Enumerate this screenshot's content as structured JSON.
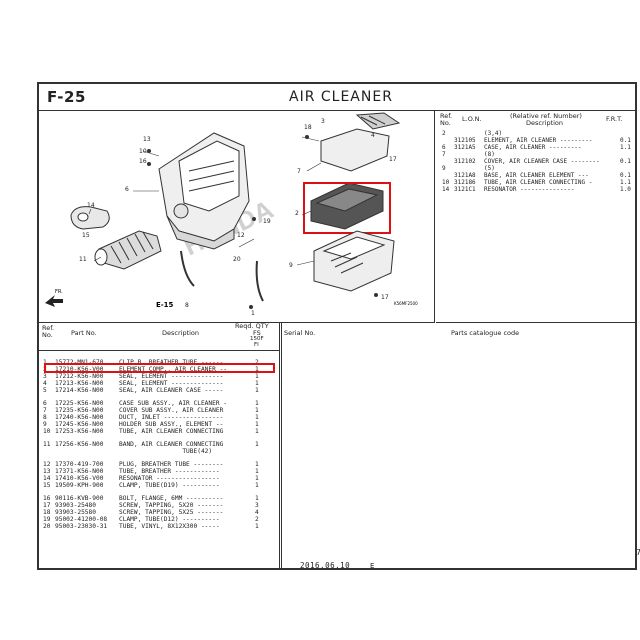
{
  "header": {
    "fig_no": "F-25",
    "title": "AIR CLEANER"
  },
  "diagram": {
    "callouts": [
      "18",
      "3",
      "7",
      "13",
      "6",
      "16",
      "10",
      "14",
      "15",
      "12",
      "11",
      "19",
      "4",
      "17",
      "2",
      "9",
      "17",
      "1",
      "20",
      "8"
    ],
    "section_ref": "E-15",
    "watermark": "HONDA",
    "drawing_code": "K56MF2500",
    "front_arrow": "FR."
  },
  "ref_panel": {
    "headers": {
      "ref": "Ref. No.",
      "lon": "L.O.N.",
      "relative": "(Relative ref. Number)",
      "description": "Description",
      "frt": "F.R.T."
    },
    "rows": [
      {
        "ref": "2",
        "lon": "",
        "desc": "(3,4)",
        "frt": ""
      },
      {
        "ref": "",
        "lon": "312105",
        "desc": "ELEMENT, AIR CLEANER ---------",
        "frt": "0.1"
      },
      {
        "ref": "6",
        "lon": "3121A5",
        "desc": "CASE, AIR CLEANER ---------",
        "frt": "1.1"
      },
      {
        "ref": "7",
        "lon": "",
        "desc": "(8)",
        "frt": ""
      },
      {
        "ref": "",
        "lon": "312102",
        "desc": "COVER, AIR CLEANER CASE --------",
        "frt": "0.1"
      },
      {
        "ref": "9",
        "lon": "",
        "desc": "(5)",
        "frt": ""
      },
      {
        "ref": "",
        "lon": "3121A8",
        "desc": "BASE, AIR CLEANER ELEMENT ---",
        "frt": "0.1"
      },
      {
        "ref": "10",
        "lon": "312186",
        "desc": "TUBE, AIR CLEANER CONNECTING -",
        "frt": "1.1"
      },
      {
        "ref": "14",
        "lon": "3121C1",
        "desc": "RESONATOR ---------------",
        "frt": "1.0"
      }
    ]
  },
  "parts_table": {
    "headers": {
      "ref": "Ref. No.",
      "part": "Part No.",
      "description": "Description",
      "reqd": "Reqd. QTY",
      "fs": "FS",
      "model": "150F",
      "model2": "FI",
      "serial": "Serial No.",
      "catalogue": "Parts catalogue code"
    },
    "rows": [
      {
        "ref": "1",
        "part": "15772-MN1-670",
        "desc": "CLIP B, BREATHER TUBE ------",
        "qty": "2"
      },
      {
        "ref": "2",
        "part": "17210-K56-V00",
        "desc": "ELEMENT COMP., AIR CLEANER --",
        "qty": "1"
      },
      {
        "ref": "3",
        "part": "17212-K56-N00",
        "desc": "SEAL, ELEMENT --------------",
        "qty": "1"
      },
      {
        "ref": "4",
        "part": "17213-K56-N00",
        "desc": "SEAL, ELEMENT --------------",
        "qty": "1"
      },
      {
        "ref": "5",
        "part": "17214-K56-N00",
        "desc": "SEAL, AIR CLEANER CASE -----",
        "qty": "1"
      },
      {
        "ref": "6",
        "part": "17225-K56-N00",
        "desc": "CASE SUB ASSY., AIR CLEANER -",
        "qty": "1"
      },
      {
        "ref": "7",
        "part": "17235-K56-N00",
        "desc": "COVER SUB ASSY., AIR CLEANER",
        "qty": "1"
      },
      {
        "ref": "8",
        "part": "17240-K56-N00",
        "desc": "DUCT, INLET ----------------",
        "qty": "1"
      },
      {
        "ref": "9",
        "part": "17245-K56-N00",
        "desc": "HOLDER SUB ASSY., ELEMENT --",
        "qty": "1"
      },
      {
        "ref": "10",
        "part": "17253-K56-N00",
        "desc": "TUBE, AIR CLEANER CONNECTING",
        "qty": "1"
      },
      {
        "ref": "11",
        "part": "17256-K56-N00",
        "desc": "BAND, AIR CLEANER CONNECTING",
        "qty": "1"
      },
      {
        "ref": "",
        "part": "",
        "desc": "                 TUBE(42)",
        "qty": ""
      },
      {
        "ref": "12",
        "part": "17370-419-700",
        "desc": "PLUG, BREATHER TUBE --------",
        "qty": "1"
      },
      {
        "ref": "13",
        "part": "17371-K56-N00",
        "desc": "TUBE, BREATHER ------------",
        "qty": "1"
      },
      {
        "ref": "14",
        "part": "17410-K56-V00",
        "desc": "RESONATOR -----------------",
        "qty": "1"
      },
      {
        "ref": "15",
        "part": "19509-KPH-900",
        "desc": "CLAMP, TUBE(D19) ----------",
        "qty": "1"
      },
      {
        "ref": "16",
        "part": "90116-KVB-900",
        "desc": "BOLT, FLANGE, 6MM ----------",
        "qty": "1"
      },
      {
        "ref": "17",
        "part": "93903-25480",
        "desc": "SCREW, TAPPING, 5X20 -------",
        "qty": "3"
      },
      {
        "ref": "18",
        "part": "93903-25580",
        "desc": "SCREW, TAPPING, 5X25 -------",
        "qty": "4"
      },
      {
        "ref": "19",
        "part": "95002-41200-08",
        "desc": "CLAMP, TUBE(D12) ----------",
        "qty": "2"
      },
      {
        "ref": "20",
        "part": "95003-23030-31",
        "desc": "TUBE, VINYL, 8X12X300 -----",
        "qty": "1"
      }
    ]
  },
  "footer": {
    "date": "2016.06.10",
    "mark": "E",
    "side_mark": "7"
  },
  "colors": {
    "highlight": "#dd1111",
    "ink": "#222222",
    "watermark": "#c8c8c8"
  }
}
